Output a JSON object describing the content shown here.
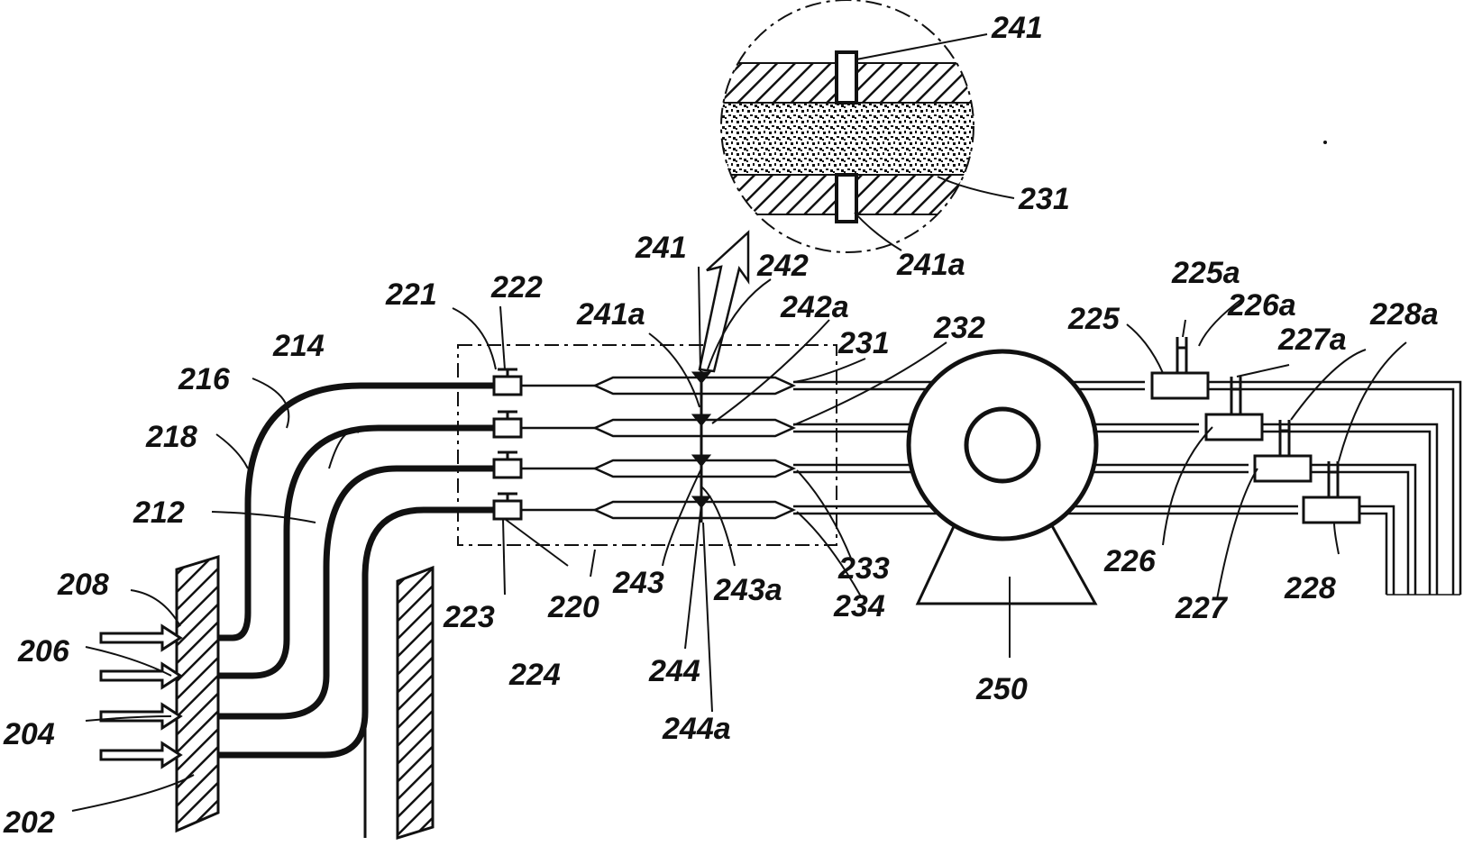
{
  "colors": {
    "ink": "#111111",
    "paper": "#ffffff"
  },
  "labels": {
    "l241_top": "241",
    "l231_top": "231",
    "l241a_top": "241a",
    "l241": "241",
    "l242": "242",
    "l221": "221",
    "l222": "222",
    "l241a": "241a",
    "l242a": "242a",
    "l231": "231",
    "l232": "232",
    "l225": "225",
    "l225a": "225a",
    "l226a": "226a",
    "l227a": "227a",
    "l228a": "228a",
    "l214": "214",
    "l216": "216",
    "l218": "218",
    "l212": "212",
    "l208": "208",
    "l206": "206",
    "l204": "204",
    "l202": "202",
    "l223": "223",
    "l224": "224",
    "l220": "220",
    "l243": "243",
    "l243a": "243a",
    "l244": "244",
    "l244a": "244a",
    "l233": "233",
    "l234": "234",
    "l226": "226",
    "l227": "227",
    "l228": "228",
    "l250": "250"
  }
}
